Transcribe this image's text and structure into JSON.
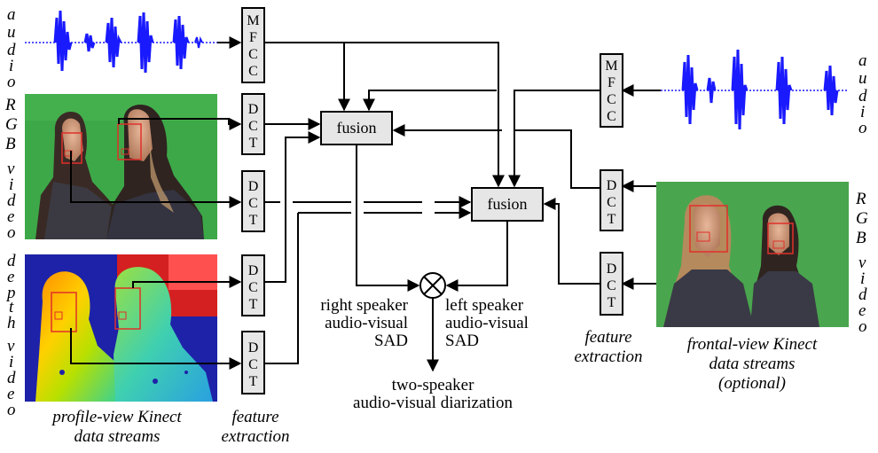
{
  "labels": {
    "audio_left": "audio",
    "audio_right": "audio",
    "rgb_left": "RGB",
    "video_left": "video",
    "depth_left": "depth",
    "video_left2": "video",
    "rgb_right": "RGB",
    "video_right": "video",
    "profile_caption_1": "profile-view Kinect",
    "profile_caption_2": "data streams",
    "feature_left_1": "feature",
    "feature_left_2": "extraction",
    "feature_right_1": "feature",
    "feature_right_2": "extraction",
    "frontal_caption_1": "frontal-view Kinect",
    "frontal_caption_2": "data streams",
    "frontal_caption_3": "(optional)",
    "right_sad_1": "right speaker",
    "right_sad_2": "audio-visual",
    "right_sad_3": "SAD",
    "left_sad_1": "left speaker",
    "left_sad_2": "audio-visual",
    "left_sad_3": "SAD",
    "output_1": "two-speaker",
    "output_2": "audio-visual diarization"
  },
  "blocks": {
    "mfcc": [
      "M",
      "F",
      "C",
      "C"
    ],
    "dct": [
      "D",
      "C",
      "T"
    ],
    "fusion": "fusion"
  },
  "colors": {
    "waveform": "#1a1aff",
    "rgb_background": "#3fa84a",
    "face_box": "#e0302a",
    "block_fill": "#e6e6e6"
  }
}
